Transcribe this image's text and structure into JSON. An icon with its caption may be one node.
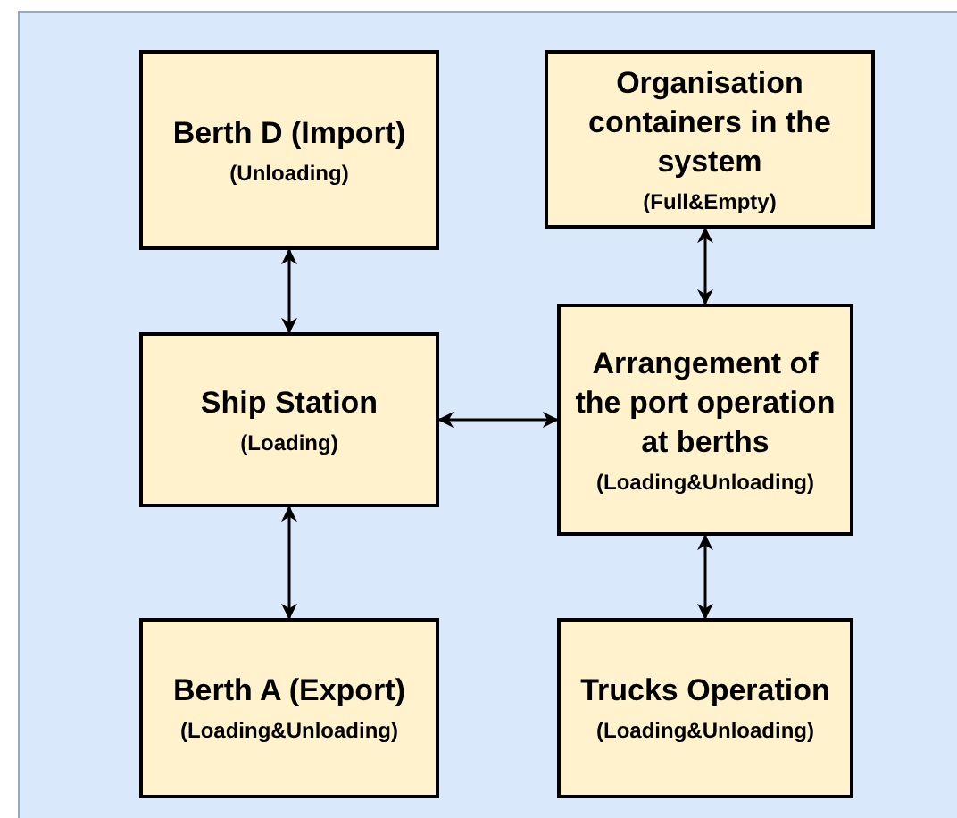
{
  "diagram": {
    "nodes": [
      {
        "text": [
          "Berth D (Import)",
          "(Unloading)"
        ]
      },
      {
        "text": [
          "Organisation containers in the system",
          "(Full&Empty)"
        ]
      },
      {
        "text": [
          "Ship Station",
          "(Loading)"
        ]
      },
      {
        "text": [
          "Arrangement of the port operation at berths",
          "(Loading&Unloading)"
        ]
      },
      {
        "text": [
          "Berth A (Export)",
          "(Loading&Unloading)"
        ]
      },
      {
        "text": [
          "Trucks Operation",
          "(Loading&Unloading)"
        ]
      }
    ],
    "edges": [
      {
        "from": 0,
        "to": 2,
        "arrow": "both"
      },
      {
        "from": 1,
        "to": 3,
        "arrow": "both"
      },
      {
        "from": 2,
        "to": 3,
        "arrow": "both"
      },
      {
        "from": 2,
        "to": 4,
        "arrow": "both"
      },
      {
        "from": 3,
        "to": 5,
        "arrow": "both"
      }
    ]
  }
}
